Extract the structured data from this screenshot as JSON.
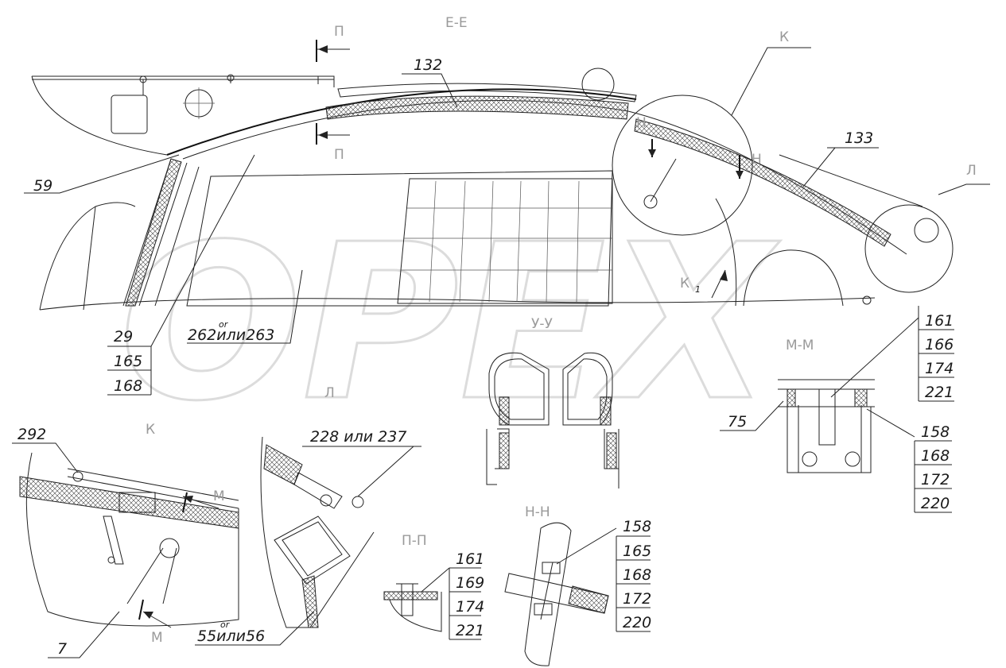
{
  "sections": {
    "e_e": "Е-Е",
    "k": "К",
    "l": "Л",
    "l_detail": "Л",
    "k_detail": "К",
    "u_u": "У-У",
    "m_m": "М-М",
    "n_n": "Н-Н",
    "p_p": "П-П",
    "p_top": "П",
    "p_mid": "П",
    "n_left": "Н",
    "n_right": "Н",
    "m_top": "М",
    "m_bottom": "М",
    "k1": "К"
  },
  "callouts": {
    "c132": "132",
    "c133": "133",
    "c59": "59",
    "c262": "262или263",
    "c262_or": "or",
    "c292": "292",
    "c228": "228 или 237",
    "c7": "7",
    "c55": "55или56",
    "c55_or": "or",
    "c75": "75"
  },
  "tables": {
    "left": [
      "29",
      "165",
      "168"
    ],
    "mm_upper": [
      "161",
      "166",
      "174",
      "221"
    ],
    "mm_lower": [
      "158",
      "168",
      "172",
      "220"
    ],
    "pp": [
      "161",
      "169",
      "174",
      "221"
    ],
    "nn": [
      "158",
      "165",
      "168",
      "172",
      "220"
    ]
  },
  "watermark": "ОРЕХ"
}
